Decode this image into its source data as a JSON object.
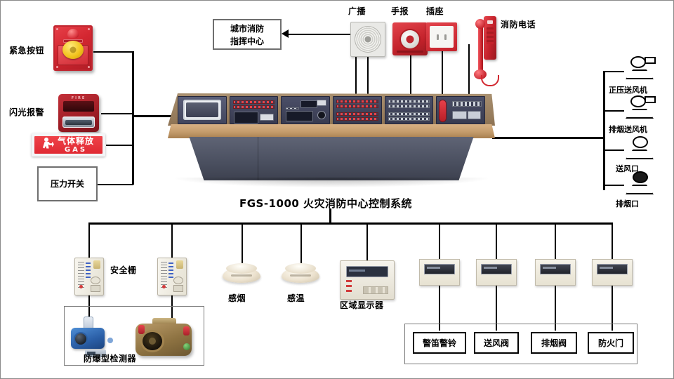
{
  "diagram": {
    "title": "FGS-1000 火灾消防中心控制系统",
    "left_devices": [
      {
        "id": "emergency-button",
        "label": "紧急按钮"
      },
      {
        "id": "flash-alarm",
        "label": "闪光报警"
      },
      {
        "id": "gas-release-sign",
        "label_cn": "气体释放",
        "label_en": "GAS"
      },
      {
        "id": "pressure-switch",
        "label": "压力开关"
      }
    ],
    "top_boxes": [
      {
        "id": "city-fire-command-center",
        "label": "城市消防",
        "label2": "指挥中心"
      }
    ],
    "top_devices": [
      {
        "id": "broadcast-speaker",
        "label": "广播"
      },
      {
        "id": "manual-call-point",
        "label": "手报"
      },
      {
        "id": "socket-outlet",
        "label": "插座"
      },
      {
        "id": "fire-telephone",
        "label": "消防电话"
      }
    ],
    "right_devices": [
      {
        "id": "positive-pressure-fan",
        "label": "正压送风机"
      },
      {
        "id": "smoke-exhaust-fan",
        "label": "排烟送风机"
      },
      {
        "id": "air-supply-outlet",
        "label": "送风口"
      },
      {
        "id": "smoke-exhaust-outlet",
        "label": "排烟口"
      }
    ],
    "bottom_devices": [
      {
        "id": "safety-barrier",
        "label": "安全栅"
      },
      {
        "id": "smoke-detector",
        "label": "感烟"
      },
      {
        "id": "heat-detector",
        "label": "感温"
      },
      {
        "id": "zone-display",
        "label": "区域显示器"
      },
      {
        "id": "explosion-proof-detector",
        "label": "防爆型检测器"
      }
    ],
    "bottom_boxes": [
      {
        "id": "siren-bell",
        "label": "警笛警铃"
      },
      {
        "id": "air-supply-valve",
        "label": "送风阀"
      },
      {
        "id": "smoke-exhaust-valve",
        "label": "排烟阀"
      },
      {
        "id": "fire-door",
        "label": "防火门"
      }
    ],
    "colors": {
      "wire": "#000000",
      "alarm_red": "#c4222b",
      "knob_yellow": "#f2c21c",
      "console_wood": "#c49c6c",
      "console_panel": "#4b4f68"
    }
  }
}
